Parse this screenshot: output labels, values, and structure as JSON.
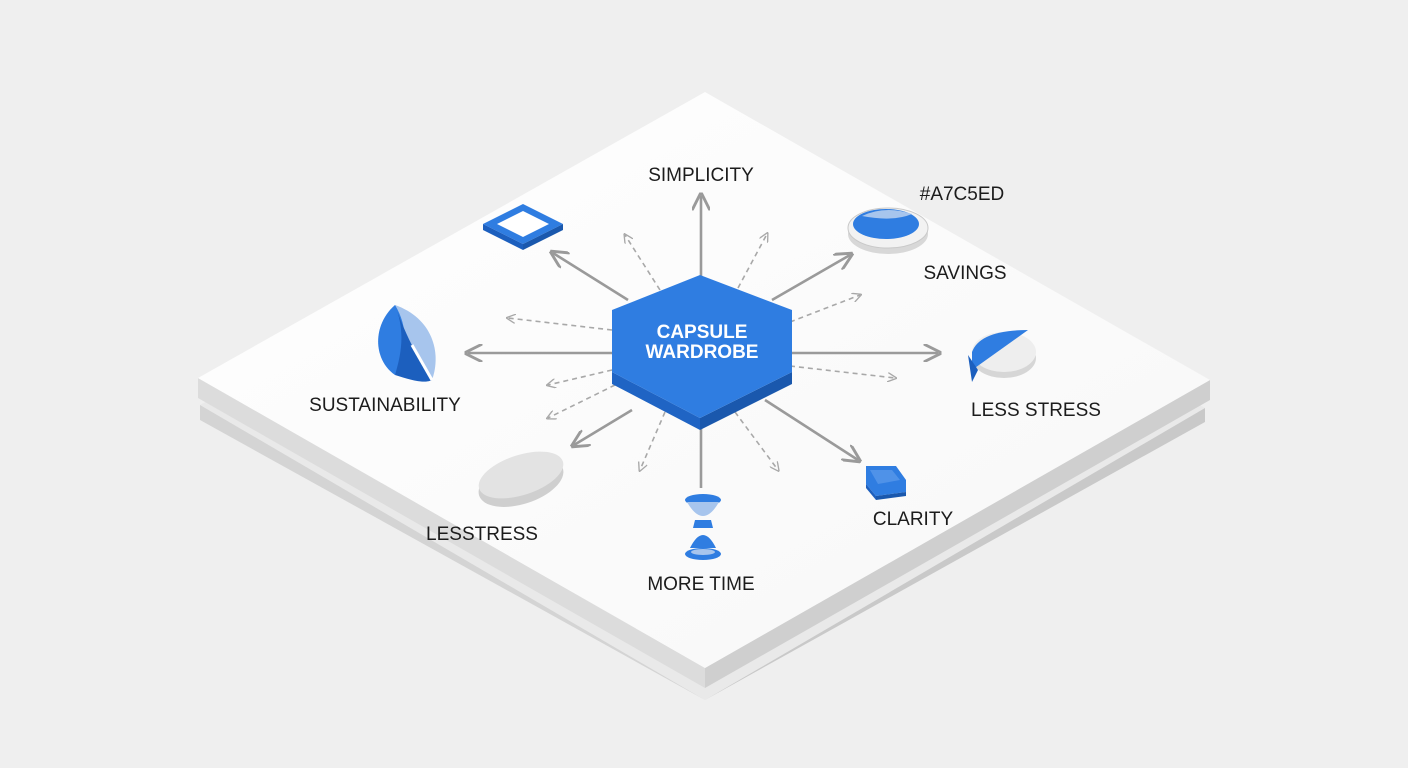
{
  "hub": {
    "line1": "CAPSULE",
    "line2": "WARDROBE"
  },
  "labels": {
    "simplicity": "SIMPLICITY",
    "color_code": "#A7C5ED",
    "savings": "SAVINGS",
    "sustainability": "SUSTAINABILITY",
    "less_stress_right": "LESS STRESS",
    "less_stress_left": "LESSTRESS",
    "clarity": "CLARITY",
    "more_time": "MORE TIME"
  },
  "colors": {
    "accent": "#2f7de1",
    "accent_dark": "#1c5fbe",
    "accent_light": "#a7c5ed",
    "arrow": "#9a9a9a",
    "platform_top": "#ffffff",
    "platform_side": "#d6d6d6",
    "background": "#efefef"
  },
  "icons": {
    "simplicity": "square-frame-icon",
    "savings": "coin-icon",
    "sustainability": "leaf-icon",
    "less_stress_right": "half-disc-icon",
    "less_stress_left": "pebble-icon",
    "clarity": "cube-icon",
    "more_time": "hourglass-icon"
  }
}
